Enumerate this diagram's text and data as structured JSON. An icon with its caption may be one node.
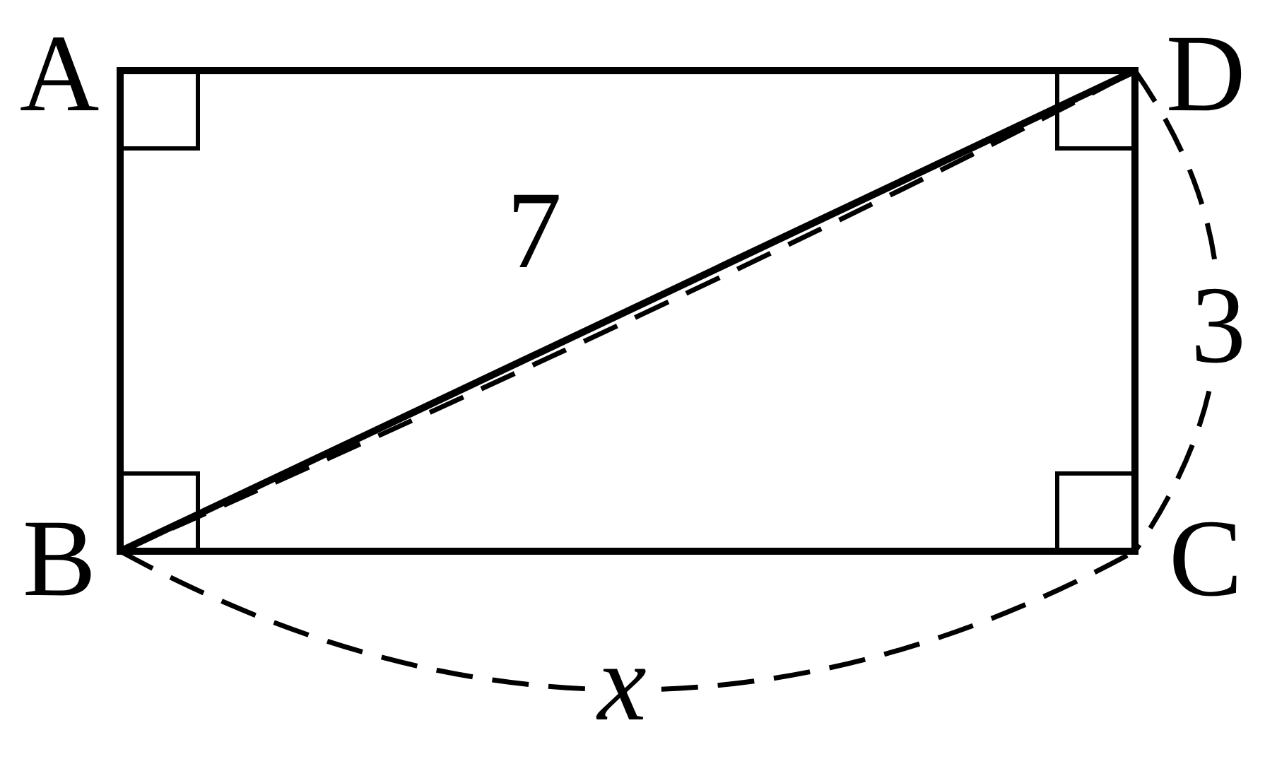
{
  "diagram": {
    "labels": [
      "A",
      "D",
      "7",
      "3",
      "B",
      "C",
      "x"
    ]
  }
}
